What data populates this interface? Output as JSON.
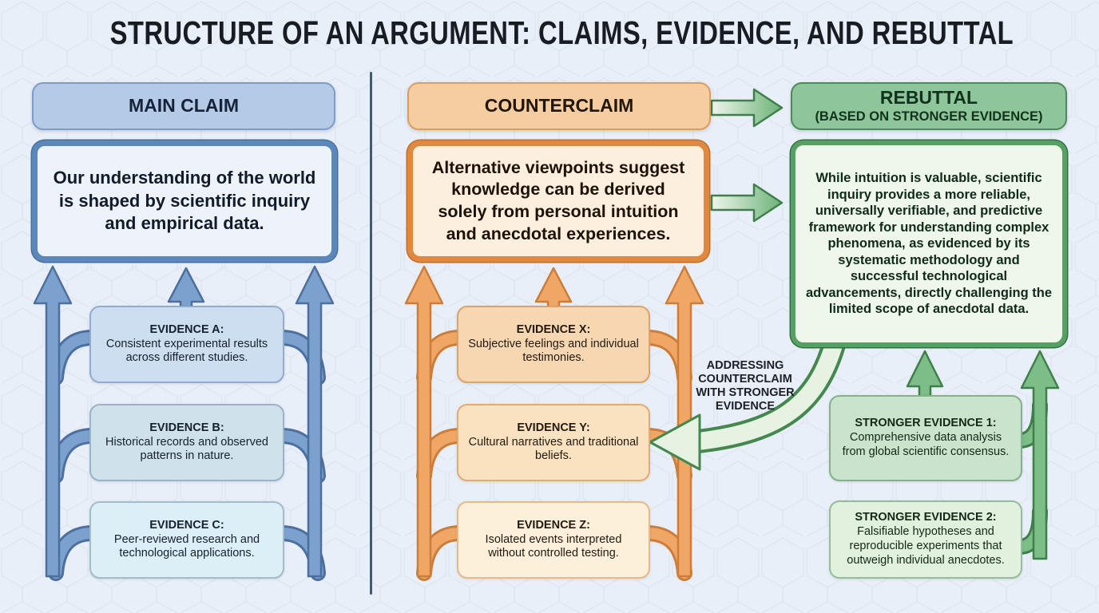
{
  "diagram": {
    "title": "STRUCTURE OF AN ARGUMENT: CLAIMS, EVIDENCE, AND REBUTTAL"
  },
  "columns": {
    "main_claim": {
      "header": "MAIN CLAIM",
      "claim": "Our understanding of the world is shaped by scientific inquiry and empirical data.",
      "evidence": [
        {
          "title": "EVIDENCE A:",
          "text": "Consistent experimental results across different studies."
        },
        {
          "title": "EVIDENCE B:",
          "text": "Historical records and observed patterns in nature."
        },
        {
          "title": "EVIDENCE C:",
          "text": "Peer-reviewed research and technological applications."
        }
      ]
    },
    "counterclaim": {
      "header": "COUNTERCLAIM",
      "claim": "Alternative viewpoints suggest knowledge can be derived solely from personal intuition and anecdotal experiences.",
      "evidence": [
        {
          "title": "EVIDENCE X:",
          "text": "Subjective feelings and individual testimonies."
        },
        {
          "title": "EVIDENCE Y:",
          "text": "Cultural narratives and traditional beliefs."
        },
        {
          "title": "EVIDENCE Z:",
          "text": "Isolated events interpreted without controlled testing."
        }
      ]
    },
    "rebuttal": {
      "header": "REBUTTAL",
      "subheader": "(BASED ON STRONGER EVIDENCE)",
      "claim": "While intuition is valuable, scientific inquiry provides a more reliable, universally verifiable, and predictive framework for understanding complex phenomena, as evidenced by its systematic methodology and successful technological advancements, directly challenging the limited scope of anecdotal data.",
      "evidence": [
        {
          "title": "STRONGER EVIDENCE 1:",
          "text": "Comprehensive data analysis from global scientific consensus."
        },
        {
          "title": "STRONGER EVIDENCE 2:",
          "text": "Falsifiable hypotheses and reproducible experiments that outweigh individual anecdotes."
        }
      ]
    }
  },
  "labels": {
    "addressing_arrow": "ADDRESSING COUNTERCLAIM WITH STRONGER EVIDENCE"
  },
  "colors": {
    "background": "#e9eff8",
    "blue_arrow": "#7ba1cf",
    "orange_arrow": "#f0a766",
    "green_arrow": "#7cbd88",
    "divider": "#3e5c73"
  }
}
